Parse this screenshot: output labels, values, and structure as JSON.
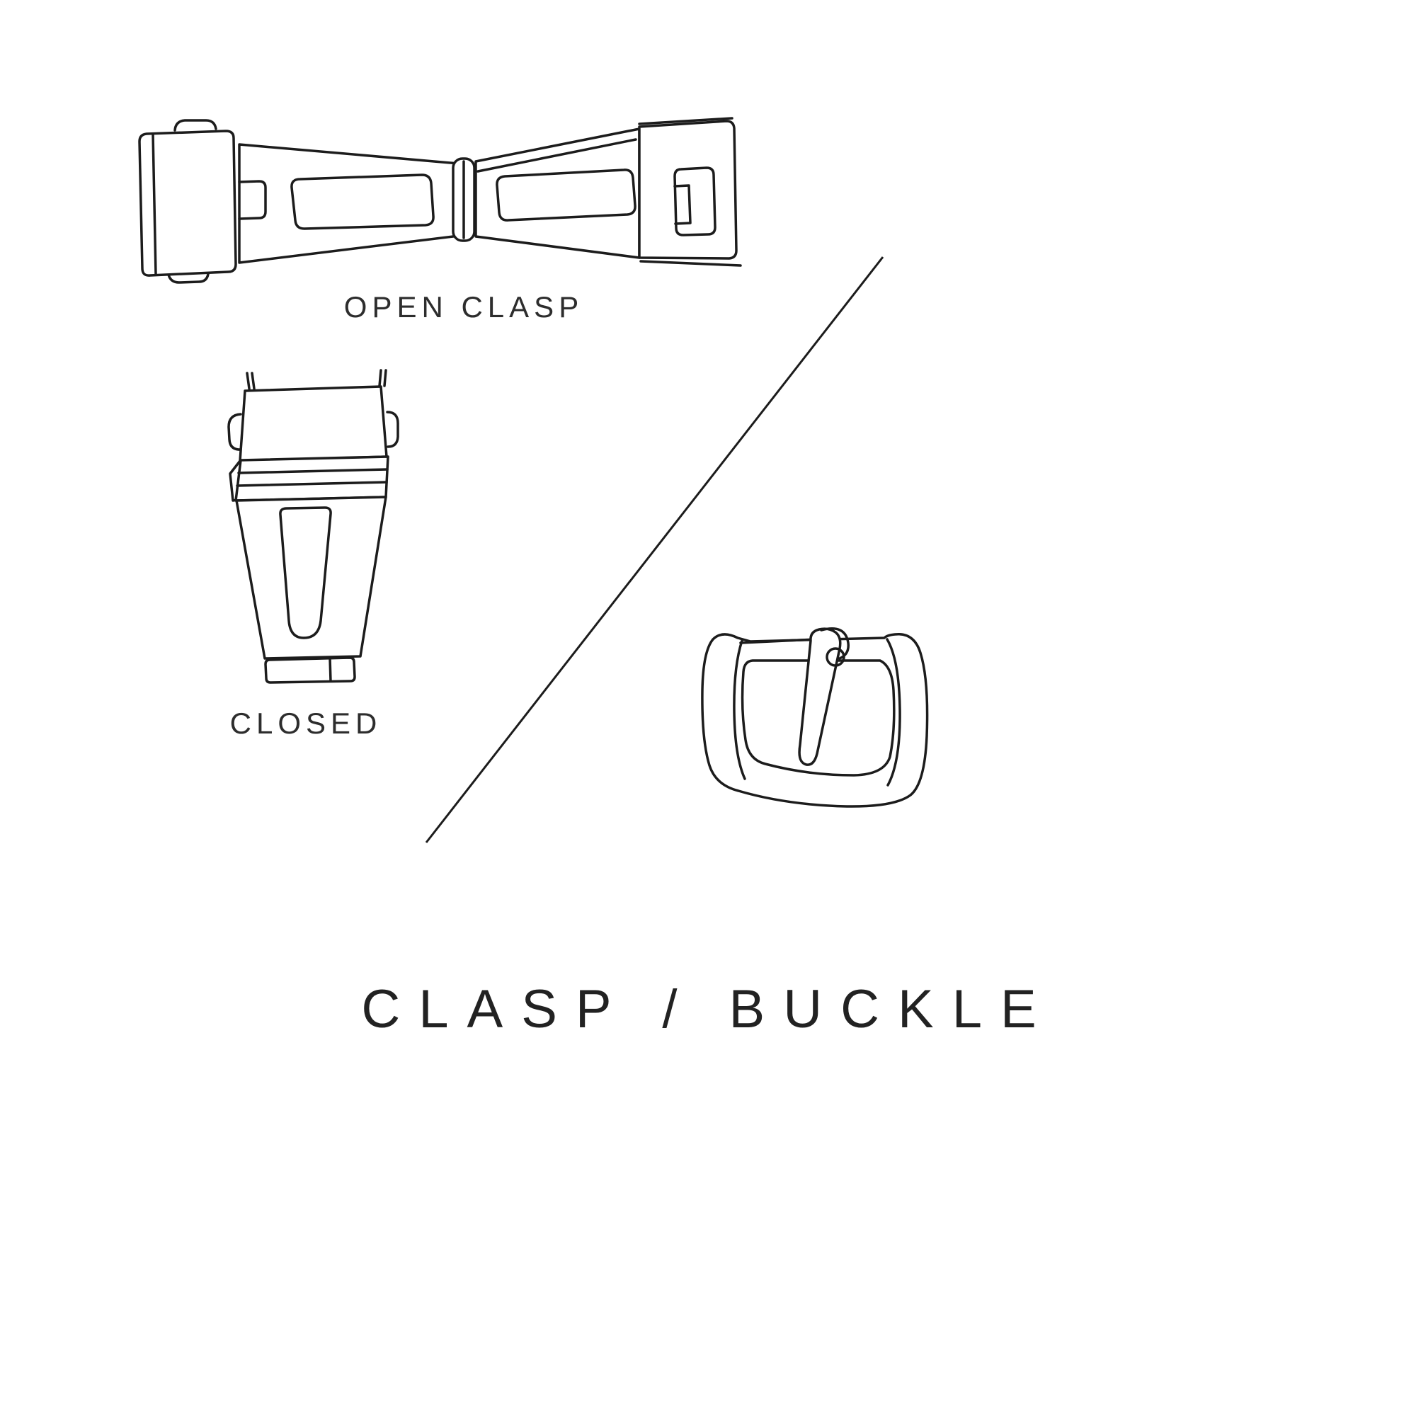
{
  "title": "CLASP / BUCKLE",
  "labels": {
    "open_clasp": "OPEN CLASP",
    "closed_clasp": "CLOSED"
  },
  "icons": {
    "open_clasp": "open-clasp-illustration",
    "closed_clasp": "closed-clasp-illustration",
    "buckle": "buckle-illustration",
    "divider": "diagonal-divider-line"
  },
  "colors": {
    "background": "#ffffff",
    "line": "#1c1c1c",
    "text": "#2d2d2d"
  }
}
